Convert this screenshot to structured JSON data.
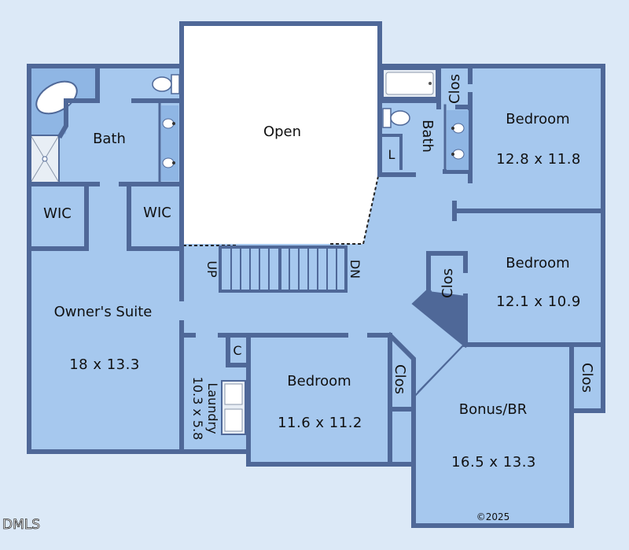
{
  "floorplan": {
    "colors": {
      "background": "#dce9f7",
      "room_fill": "#a6c8ee",
      "wall": "#4f6898",
      "open_area": "#ffffff",
      "fixture": "#e8eef5"
    },
    "labels": {
      "open": "Open",
      "bath_owner": "Bath",
      "wic_1": "WIC",
      "wic_2": "WIC",
      "owners_suite": "Owner's Suite",
      "owners_suite_dim": "18 x 13.3",
      "up": "UP",
      "dn": "DN",
      "laundry": "Laundry",
      "laundry_dim": "10.3 x 5.8",
      "laundry_closet": "C",
      "bedroom_center": "Bedroom",
      "bedroom_center_dim": "11.6 x 11.2",
      "clos_center": "Clos",
      "bath_hall": "Bath",
      "linen": "L",
      "clos_top": "Clos",
      "bedroom_top_right": "Bedroom",
      "bedroom_top_right_dim": "12.8 x 11.8",
      "clos_mid": "Clos",
      "bedroom_mid_right": "Bedroom",
      "bedroom_mid_right_dim": "12.1 x 10.9",
      "bonus": "Bonus/BR",
      "bonus_dim": "16.5 x 13.3",
      "clos_bonus": "Clos",
      "copyright": "©2025",
      "watermark": "DMLS"
    }
  }
}
